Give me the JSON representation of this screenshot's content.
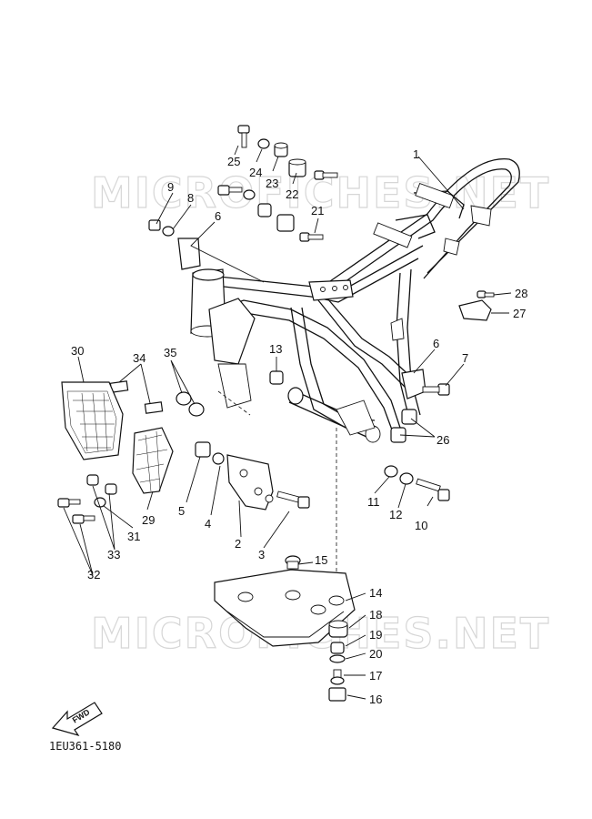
{
  "diagram": {
    "watermarks": [
      "MICROFICHES.NET",
      "MICROFICHES.NET"
    ],
    "diagram_code": "1EU361-5180",
    "fwd_label": "FWD",
    "callouts": [
      {
        "id": "c1",
        "label": "1"
      },
      {
        "id": "c2",
        "label": "2"
      },
      {
        "id": "c3",
        "label": "3"
      },
      {
        "id": "c4",
        "label": "4"
      },
      {
        "id": "c5",
        "label": "5"
      },
      {
        "id": "c6a",
        "label": "6"
      },
      {
        "id": "c6b",
        "label": "6"
      },
      {
        "id": "c7",
        "label": "7"
      },
      {
        "id": "c8",
        "label": "8"
      },
      {
        "id": "c9",
        "label": "9"
      },
      {
        "id": "c10",
        "label": "10"
      },
      {
        "id": "c11",
        "label": "11"
      },
      {
        "id": "c12",
        "label": "12"
      },
      {
        "id": "c13",
        "label": "13"
      },
      {
        "id": "c14",
        "label": "14"
      },
      {
        "id": "c15",
        "label": "15"
      },
      {
        "id": "c16",
        "label": "16"
      },
      {
        "id": "c17",
        "label": "17"
      },
      {
        "id": "c18",
        "label": "18"
      },
      {
        "id": "c19",
        "label": "19"
      },
      {
        "id": "c20",
        "label": "20"
      },
      {
        "id": "c21",
        "label": "21"
      },
      {
        "id": "c22",
        "label": "22"
      },
      {
        "id": "c23",
        "label": "23"
      },
      {
        "id": "c24",
        "label": "24"
      },
      {
        "id": "c25",
        "label": "25"
      },
      {
        "id": "c26",
        "label": "26"
      },
      {
        "id": "c27",
        "label": "27"
      },
      {
        "id": "c28",
        "label": "28"
      },
      {
        "id": "c29",
        "label": "29"
      },
      {
        "id": "c30",
        "label": "30"
      },
      {
        "id": "c31",
        "label": "31"
      },
      {
        "id": "c32",
        "label": "32"
      },
      {
        "id": "c33",
        "label": "33"
      },
      {
        "id": "c34",
        "label": "34"
      },
      {
        "id": "c35",
        "label": "35"
      }
    ]
  }
}
